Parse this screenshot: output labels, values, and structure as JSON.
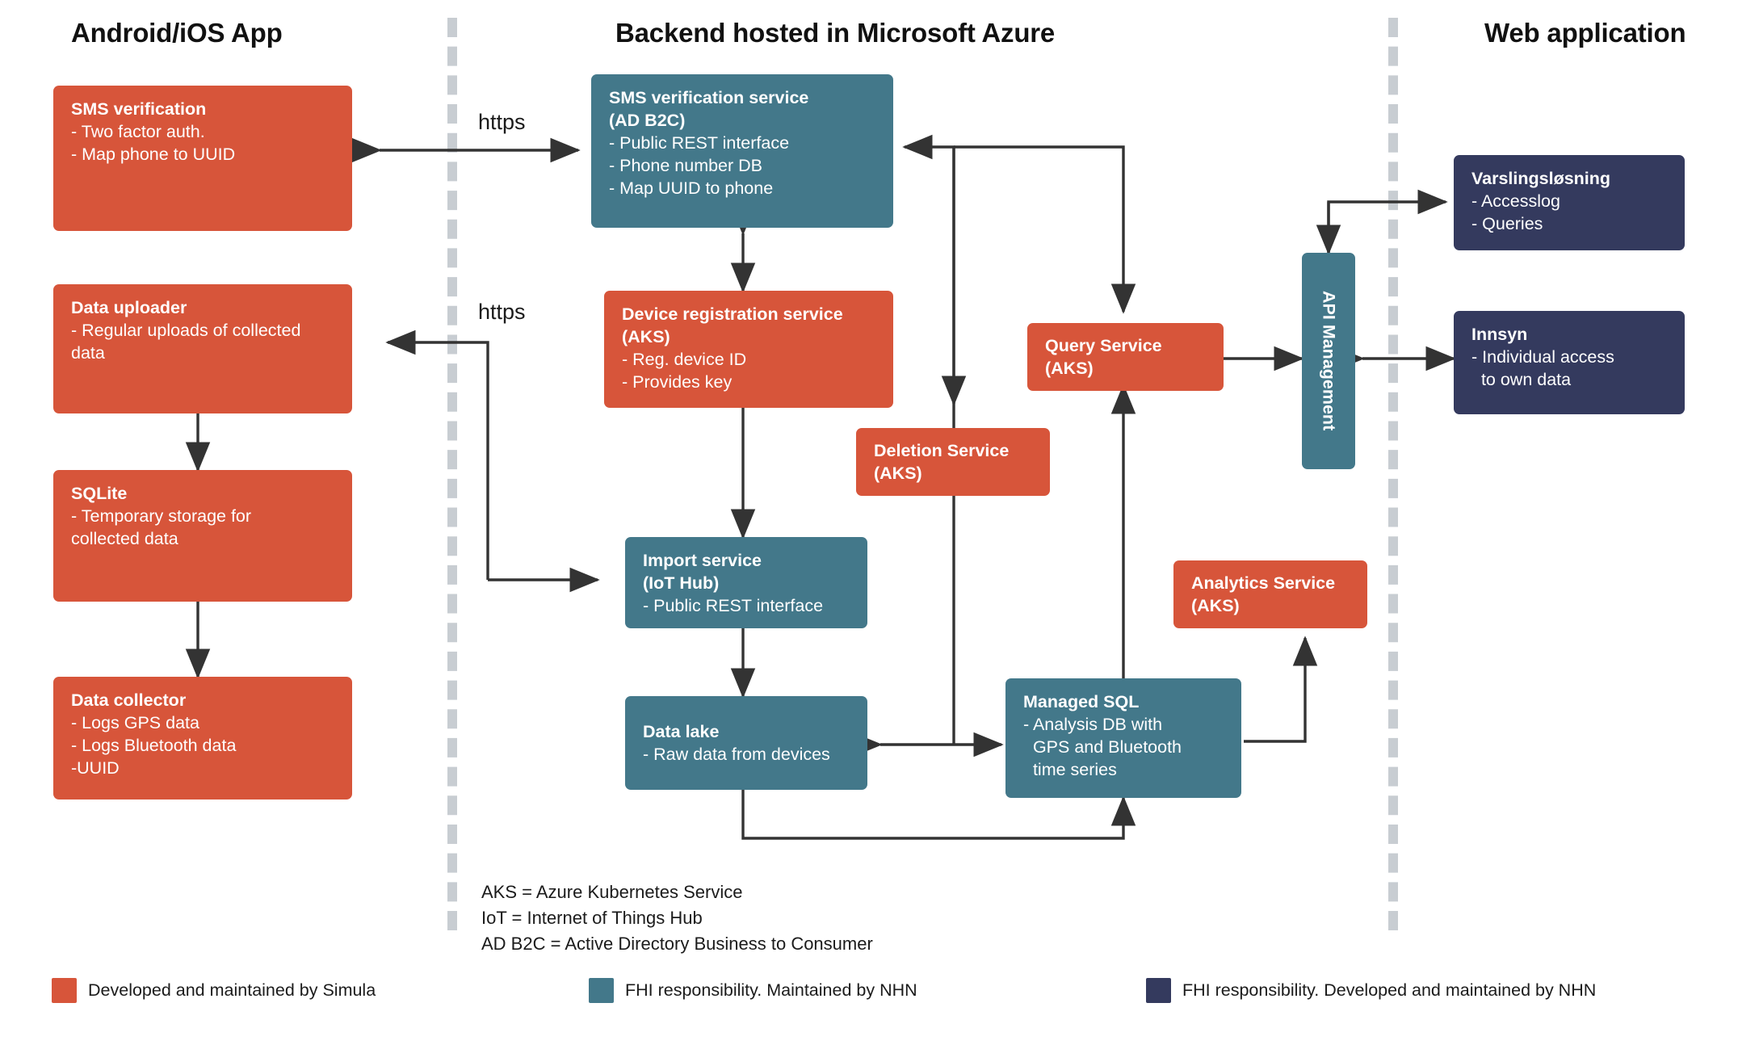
{
  "columns": [
    {
      "id": "app",
      "title": "Android/iOS App"
    },
    {
      "id": "backend",
      "title": "Backend hosted in Microsoft Azure"
    },
    {
      "id": "web",
      "title": "Web application"
    }
  ],
  "edge_labels": [
    {
      "id": "https-top",
      "text": "https"
    },
    {
      "id": "https-mid",
      "text": "https"
    }
  ],
  "nodes": {
    "sms_verification": {
      "title": "SMS verification",
      "lines": [
        "- Two factor auth.",
        "- Map phone to UUID"
      ]
    },
    "data_uploader": {
      "title": "Data uploader",
      "lines": [
        "- Regular uploads of collected",
        "data"
      ]
    },
    "sqlite": {
      "title": "SQLite",
      "lines": [
        "- Temporary storage for",
        "collected data"
      ]
    },
    "data_collector": {
      "title": "Data collector",
      "lines": [
        "- Logs GPS data",
        "- Logs Bluetooth data",
        "-UUID"
      ]
    },
    "sms_service": {
      "title": "SMS verification service",
      "lines": [
        "(AD B2C)",
        "- Public REST interface",
        "- Phone number DB",
        "- Map UUID to phone"
      ]
    },
    "device_reg": {
      "title": "Device registration service",
      "lines": [
        "(AKS)",
        "- Reg. device ID",
        "- Provides key"
      ]
    },
    "import_service": {
      "title": "Import service",
      "lines": [
        "(IoT Hub)",
        "- Public REST interface"
      ]
    },
    "data_lake": {
      "title": "Data lake",
      "lines": [
        "- Raw data from devices"
      ]
    },
    "deletion_service": {
      "title": "Deletion Service",
      "lines": [
        "(AKS)"
      ]
    },
    "query_service": {
      "title": "Query Service",
      "lines": [
        "(AKS)"
      ]
    },
    "analytics_service": {
      "title": "Analytics Service",
      "lines": [
        "(AKS)"
      ]
    },
    "managed_sql": {
      "title": "Managed SQL",
      "lines": [
        "- Analysis DB with",
        "  GPS and Bluetooth",
        "  time series"
      ]
    },
    "api_management": {
      "title": "API Management",
      "lines": []
    },
    "varslingslosning": {
      "title": "Varslingsløsning",
      "lines": [
        "- Accesslog",
        "- Queries"
      ]
    },
    "innsyn": {
      "title": "Innsyn",
      "lines": [
        "- Individual access",
        "  to own data"
      ]
    }
  },
  "footnotes": [
    "AKS = Azure Kubernetes Service",
    "IoT = Internet of Things Hub",
    "AD B2C = Active Directory Business to Consumer"
  ],
  "legend": [
    {
      "color": "#d7553a",
      "label": "Developed and maintained by Simula"
    },
    {
      "color": "#43788a",
      "label": "FHI responsibility. Maintained by NHN"
    },
    {
      "color": "#343a5e",
      "label": "FHI responsibility. Developed and maintained by NHN"
    }
  ],
  "colors": {
    "orange": "#d7553a",
    "teal": "#43788a",
    "navy": "#343a5e",
    "divider": "#c8cdd2",
    "wire": "#333333",
    "background": "#ffffff"
  }
}
